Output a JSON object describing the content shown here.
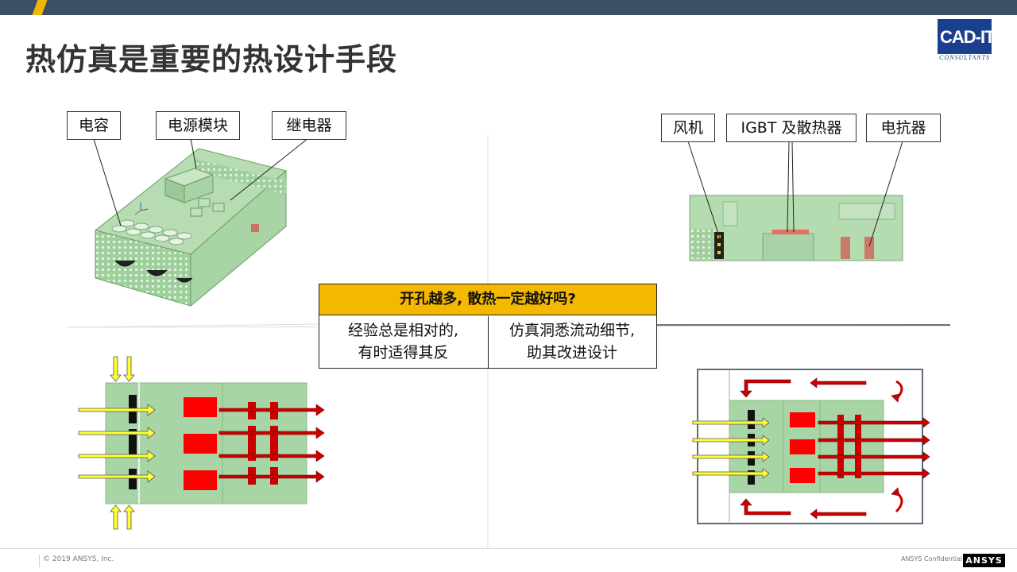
{
  "slide": {
    "title": "热仿真是重要的热设计手段",
    "logo_text": "CAD-IT",
    "logo_sub": "CONSULTANTS"
  },
  "left_labels": {
    "capacitor": "电容",
    "power_module": "电源模块",
    "relay": "继电器"
  },
  "right_labels": {
    "fan": "风机",
    "igbt": "IGBT 及散热器",
    "reactor": "电抗器"
  },
  "question_box": {
    "header": "开孔越多, 散热一定越好吗?",
    "left_line1": "经验总是相对的,",
    "left_line2": "有时适得其反",
    "right_line1": "仿真洞悉流动细节,",
    "right_line2": "助其改进设计"
  },
  "footer": {
    "copyright": "© 2019 ANSYS, Inc.",
    "confidential": "ANSYS Confidential",
    "brand": "ANSYS"
  },
  "colors": {
    "header_bar": "#3d4f66",
    "accent": "#f2b705",
    "question_header": "#f5b800",
    "model_green": "#a8d5a5",
    "arrow_yellow": "#ffff33",
    "arrow_red": "#cc0000",
    "component_red": "#ff0000"
  }
}
